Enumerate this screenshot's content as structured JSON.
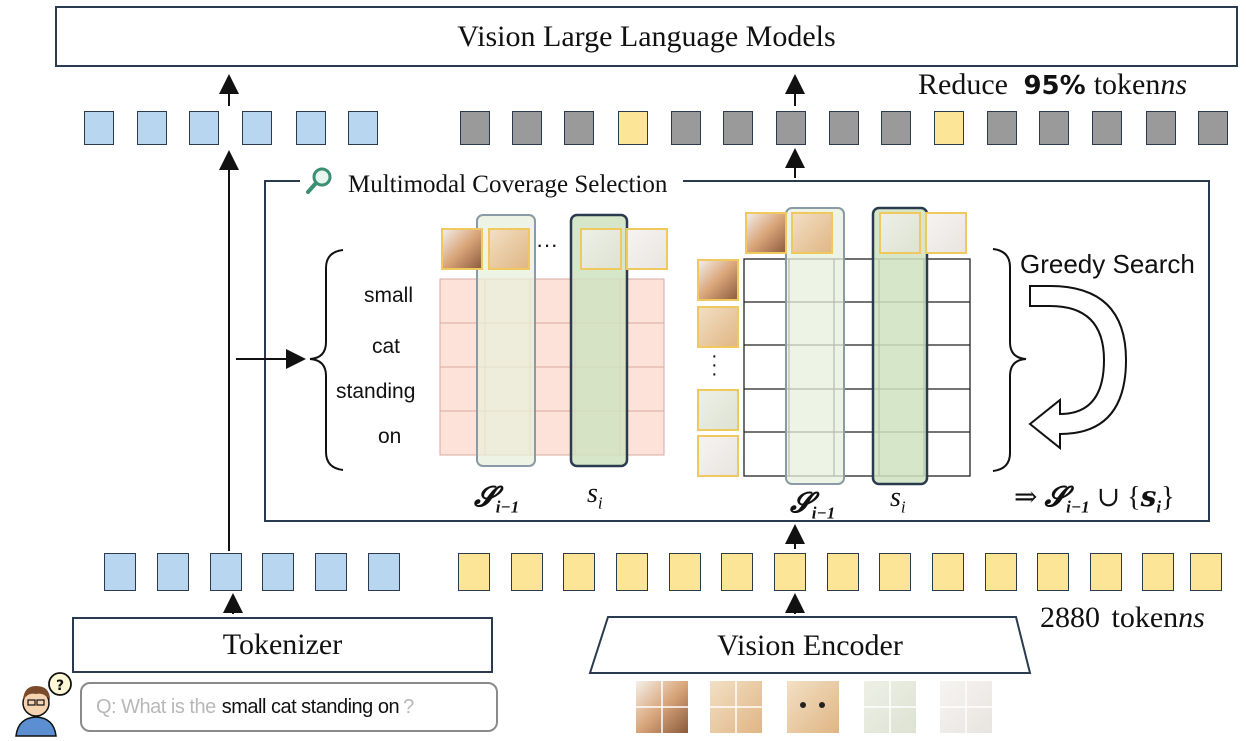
{
  "header": {
    "title": "Vision Large Language Models"
  },
  "reduce_stat": {
    "prefix": "Reduce",
    "percent": "95%",
    "unit_plain": "token",
    "unit_italic": "ns"
  },
  "input_stat": {
    "count": "2880",
    "unit_plain": "token",
    "unit_italic": "ns"
  },
  "mcs": {
    "title": "Multimodal Coverage Selection",
    "row_labels": [
      "small",
      "cat",
      "standing",
      "on"
    ],
    "ellipsis": "···",
    "greedy_label": "Greedy Search",
    "prev_set_symbol": "𝓢",
    "prev_set_sub": "i−1",
    "new_item_symbol": "s",
    "new_item_sub": "i",
    "result_arrow": "⇒",
    "result_union": "∪ {",
    "result_close": "}",
    "result_item": "s"
  },
  "tokenizer": {
    "label": "Tokenizer"
  },
  "vision_encoder": {
    "label": "Vision Encoder"
  },
  "question": {
    "prefix": "Q: What is the",
    "emphasis": "small cat standing on",
    "suffix": "?"
  },
  "colors": {
    "text_token": "#b9d6f0",
    "vision_token": "#fde597",
    "pruned_token": "#9a9a9a",
    "text_sim_cell": "#fde0d8",
    "selected_column": "#cfe6c4",
    "frame": "#2b3b4f"
  }
}
